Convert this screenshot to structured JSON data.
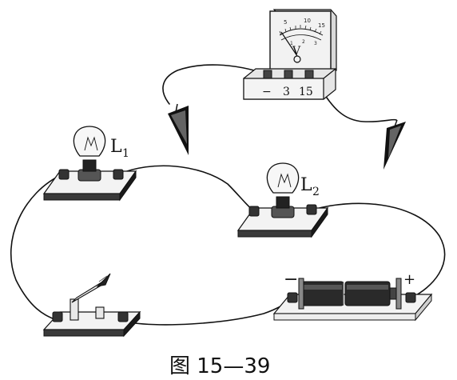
{
  "bulb1": {
    "label": "L",
    "sub": "1"
  },
  "bulb2": {
    "label": "L",
    "sub": "2"
  },
  "voltmeter": {
    "symbol": "V",
    "upper_scale": [
      "5",
      "10",
      "15"
    ],
    "lower_scale": [
      "1",
      "2",
      "3"
    ],
    "terminals": [
      "−",
      "3",
      "15"
    ]
  },
  "battery": {
    "neg": "−",
    "pos": "+"
  },
  "caption": "图 15—39"
}
